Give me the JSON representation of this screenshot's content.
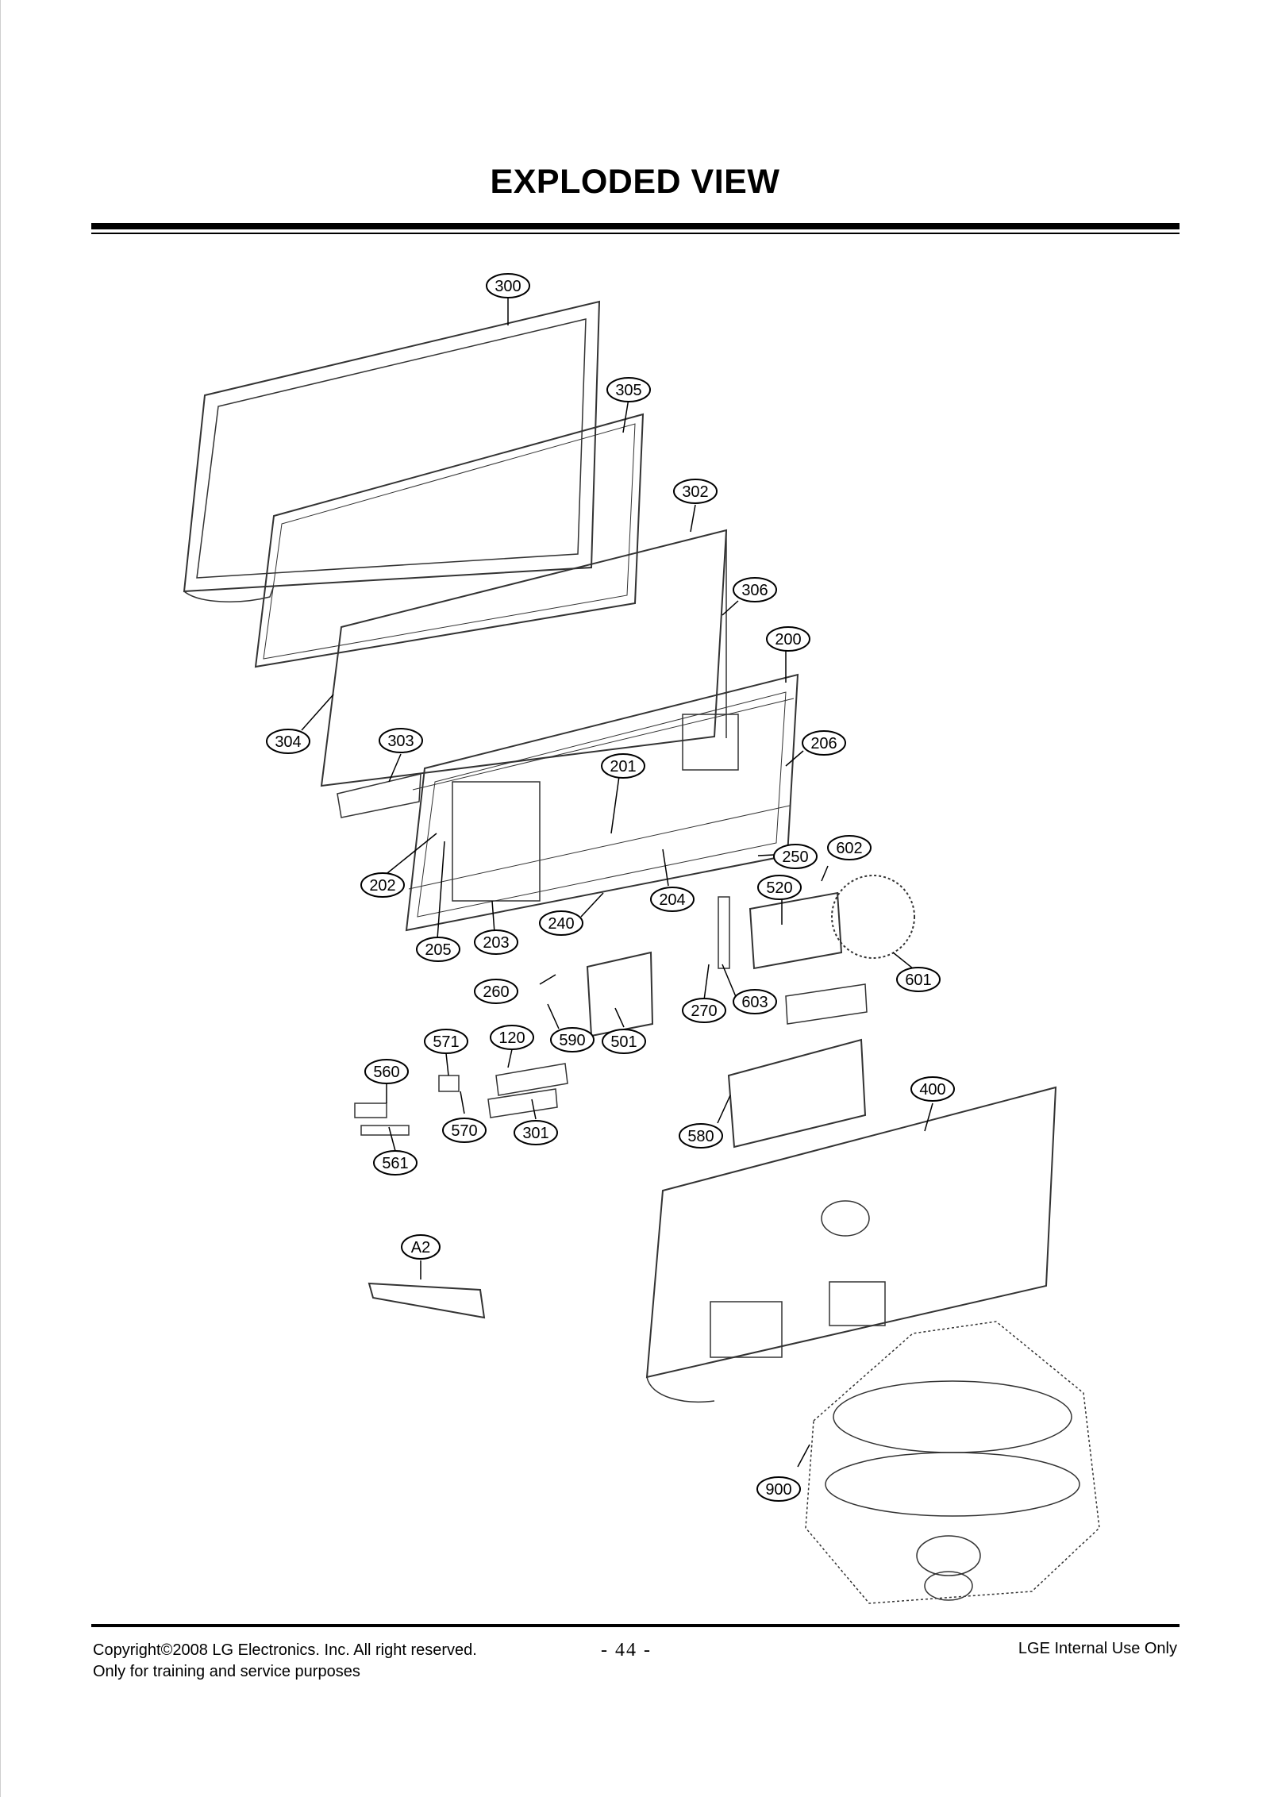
{
  "page": {
    "title": "EXPLODED VIEW"
  },
  "parts": {
    "p300": "300",
    "p305": "305",
    "p302": "302",
    "p306": "306",
    "p200": "200",
    "p304": "304",
    "p303": "303",
    "p206": "206",
    "p201": "201",
    "p602": "602",
    "p250": "250",
    "p520": "520",
    "p202": "202",
    "p204": "204",
    "p240": "240",
    "p205": "205",
    "p203": "203",
    "p601": "601",
    "p260": "260",
    "p603": "603",
    "p270": "270",
    "p571": "571",
    "p120": "120",
    "p590": "590",
    "p501": "501",
    "p560": "560",
    "p400": "400",
    "p570": "570",
    "p301": "301",
    "p580": "580",
    "p561": "561",
    "pA2": "A2",
    "p900": "900"
  },
  "footer": {
    "copyright": "Copyright©2008 LG Electronics. Inc. All right reserved.",
    "purpose": "Only for training and service purposes",
    "page_number": "- 44 -",
    "classification": "LGE Internal Use Only"
  }
}
